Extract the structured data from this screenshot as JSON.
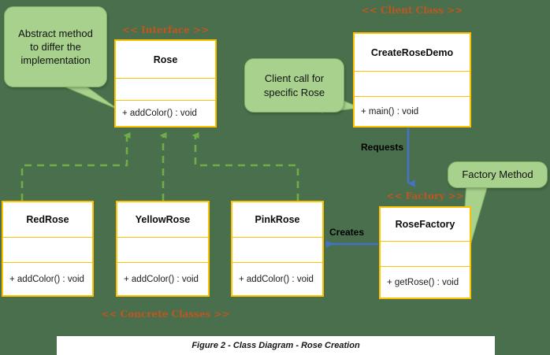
{
  "figure": {
    "caption": "Figure 2 - Class Diagram - Rose Creation"
  },
  "colors": {
    "background": "#4a6f4d",
    "class_border": "#ffc000",
    "class_fill": "#ffffff",
    "stereotype_text": "#c0561f",
    "callout_fill": "#a9d18e",
    "callout_border": "#7fae63",
    "inheritance_line": "#70ad47",
    "association_arrow": "#4472c4"
  },
  "stereotypes": {
    "interface": "<< Interface >>",
    "client_class": "<< Client Class >>",
    "factory": "<< Factory >>",
    "concrete_classes": "<< Concrete Classes >>"
  },
  "classes": {
    "rose": {
      "name": "Rose",
      "attributes": [],
      "operations": [
        "+ addColor() : void"
      ]
    },
    "create_rose_demo": {
      "name": "CreateRoseDemo",
      "attributes": [],
      "operations": [
        "+ main() : void"
      ]
    },
    "red_rose": {
      "name": "RedRose",
      "attributes": [],
      "operations": [
        "+ addColor() : void"
      ]
    },
    "yellow_rose": {
      "name": "YellowRose",
      "attributes": [],
      "operations": [
        "+ addColor() : void"
      ]
    },
    "pink_rose": {
      "name": "PinkRose",
      "attributes": [],
      "operations": [
        "+ addColor() : void"
      ]
    },
    "rose_factory": {
      "name": "RoseFactory",
      "attributes": [],
      "operations": [
        "+ getRose() : void"
      ]
    }
  },
  "callouts": {
    "abstract_method": {
      "line1": "Abstract method",
      "line2": "to differ the",
      "line3": "implementation"
    },
    "client_call": {
      "line1": "Client call for",
      "line2": "specific Rose"
    },
    "factory_method": {
      "line1": "Factory Method"
    }
  },
  "edges": {
    "requests": "Requests",
    "creates": "Creates"
  }
}
